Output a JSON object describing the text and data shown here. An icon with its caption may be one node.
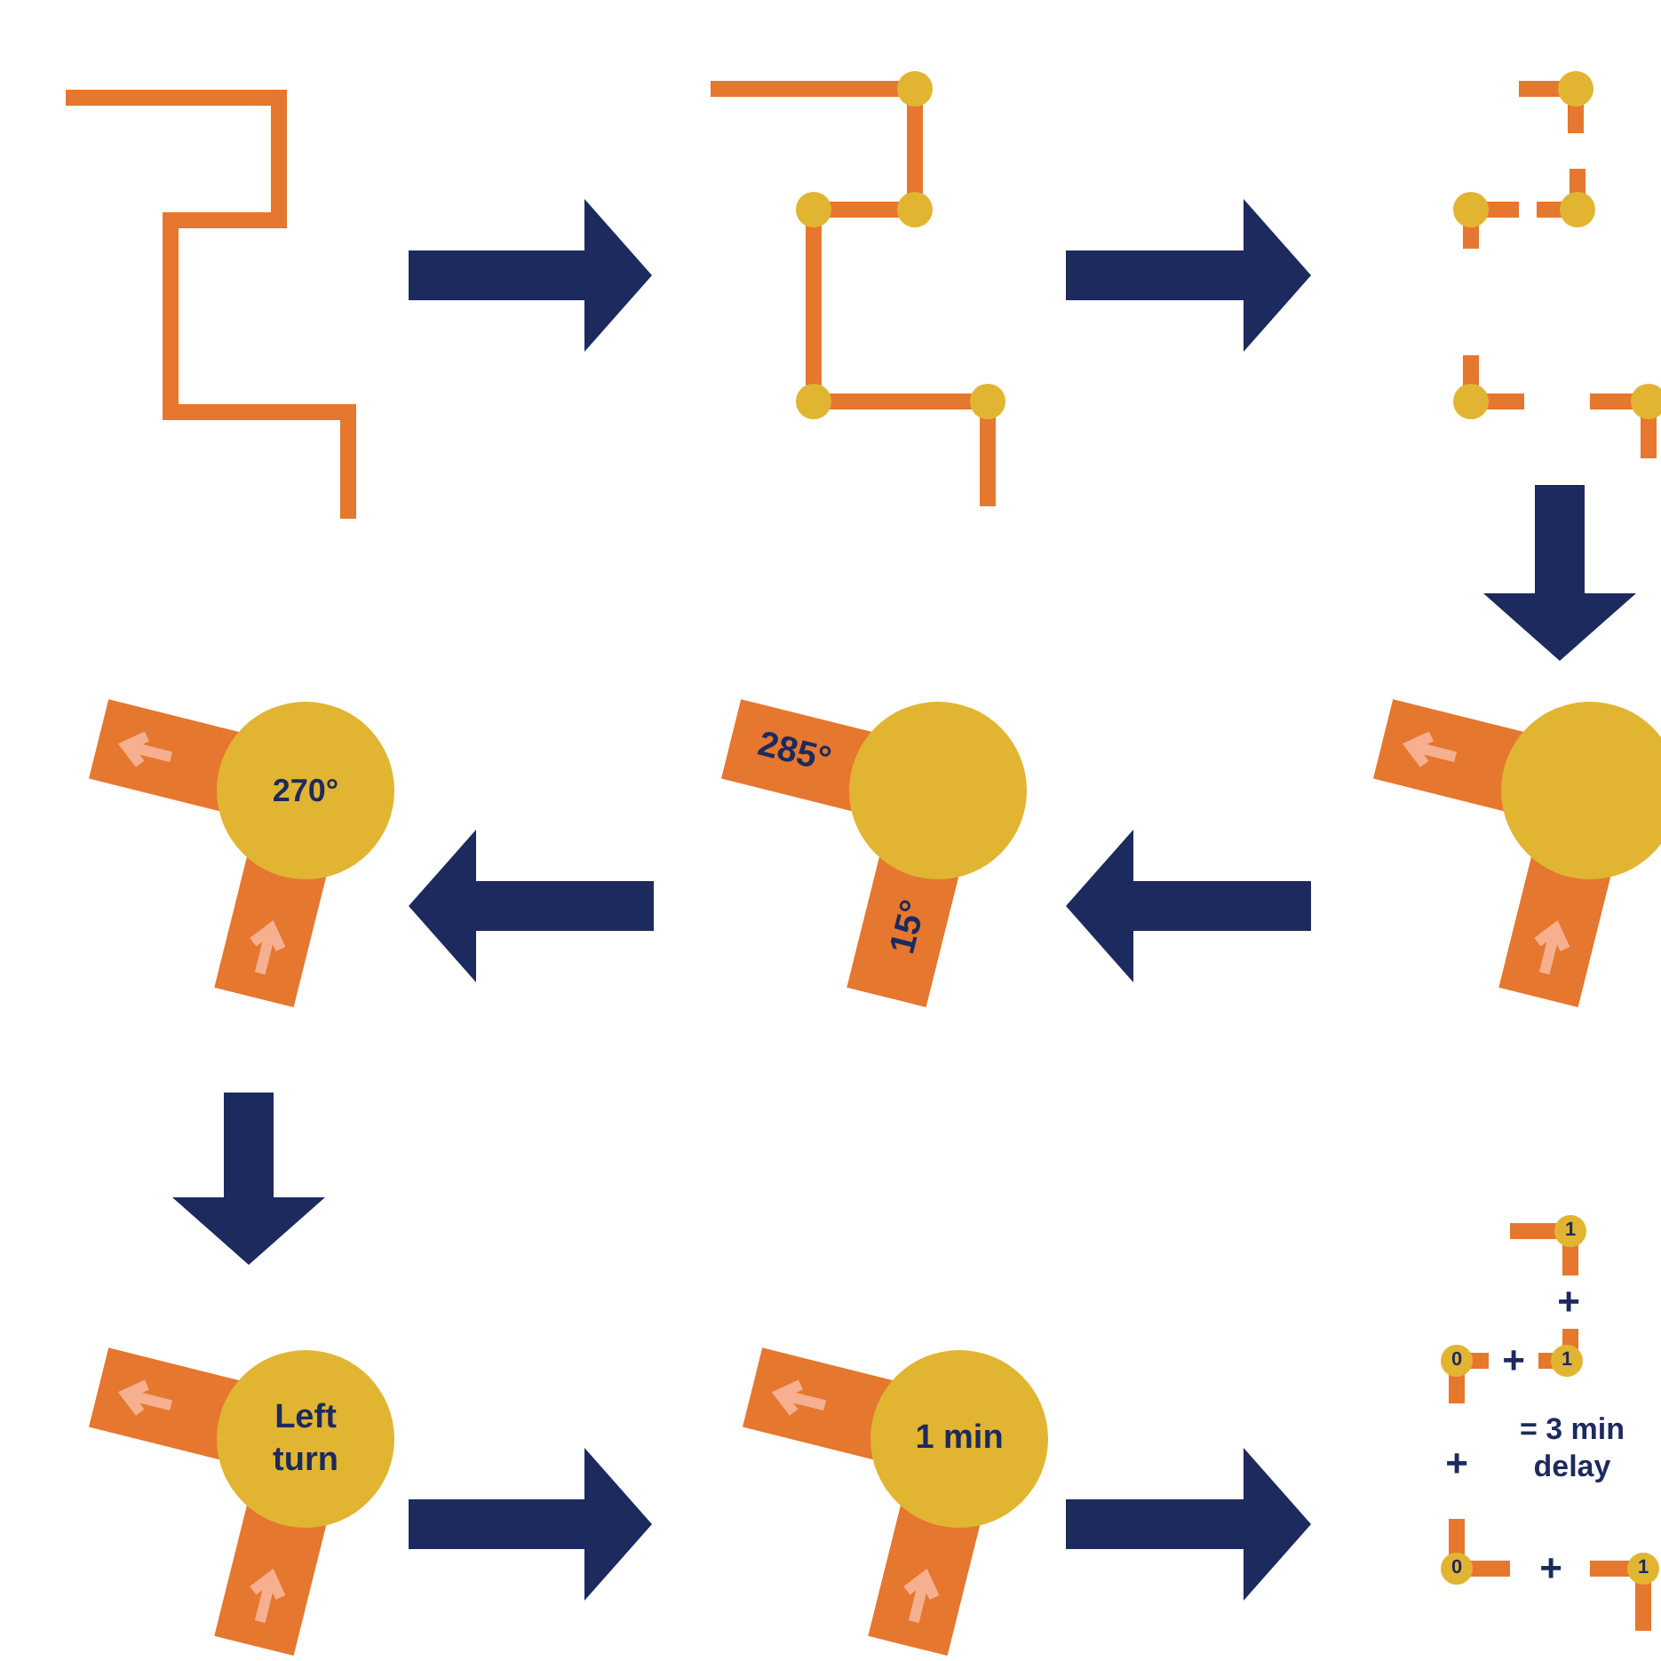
{
  "diagram": {
    "nodes": [
      {
        "text": [],
        "shape": "picture"
      },
      {
        "text": [],
        "shape": "picture"
      },
      {
        "text": [],
        "shape": "picture"
      },
      {
        "text": [
          "270°"
        ]
      },
      {
        "text": [
          "285°",
          "15°"
        ]
      },
      {
        "text": [],
        "shape": "picture"
      },
      {
        "text": [
          "Left turn"
        ]
      },
      {
        "text": [
          "1 min"
        ]
      },
      {
        "text": [
          "= 3 min delay"
        ]
      }
    ],
    "edges": [
      {
        "from": 0,
        "to": 1,
        "arrow": "to"
      },
      {
        "from": 1,
        "to": 2,
        "arrow": "to"
      },
      {
        "from": 2,
        "to": 5,
        "arrow": "to"
      },
      {
        "from": 5,
        "to": 4,
        "arrow": "to"
      },
      {
        "from": 4,
        "to": 3,
        "arrow": "to"
      },
      {
        "from": 3,
        "to": 6,
        "arrow": "to"
      },
      {
        "from": 6,
        "to": 7,
        "arrow": "to"
      },
      {
        "from": 7,
        "to": 8,
        "arrow": "to"
      }
    ],
    "labels": [
      "1",
      "+",
      "0",
      "+",
      "1",
      "+",
      "0",
      "+",
      "1"
    ]
  }
}
